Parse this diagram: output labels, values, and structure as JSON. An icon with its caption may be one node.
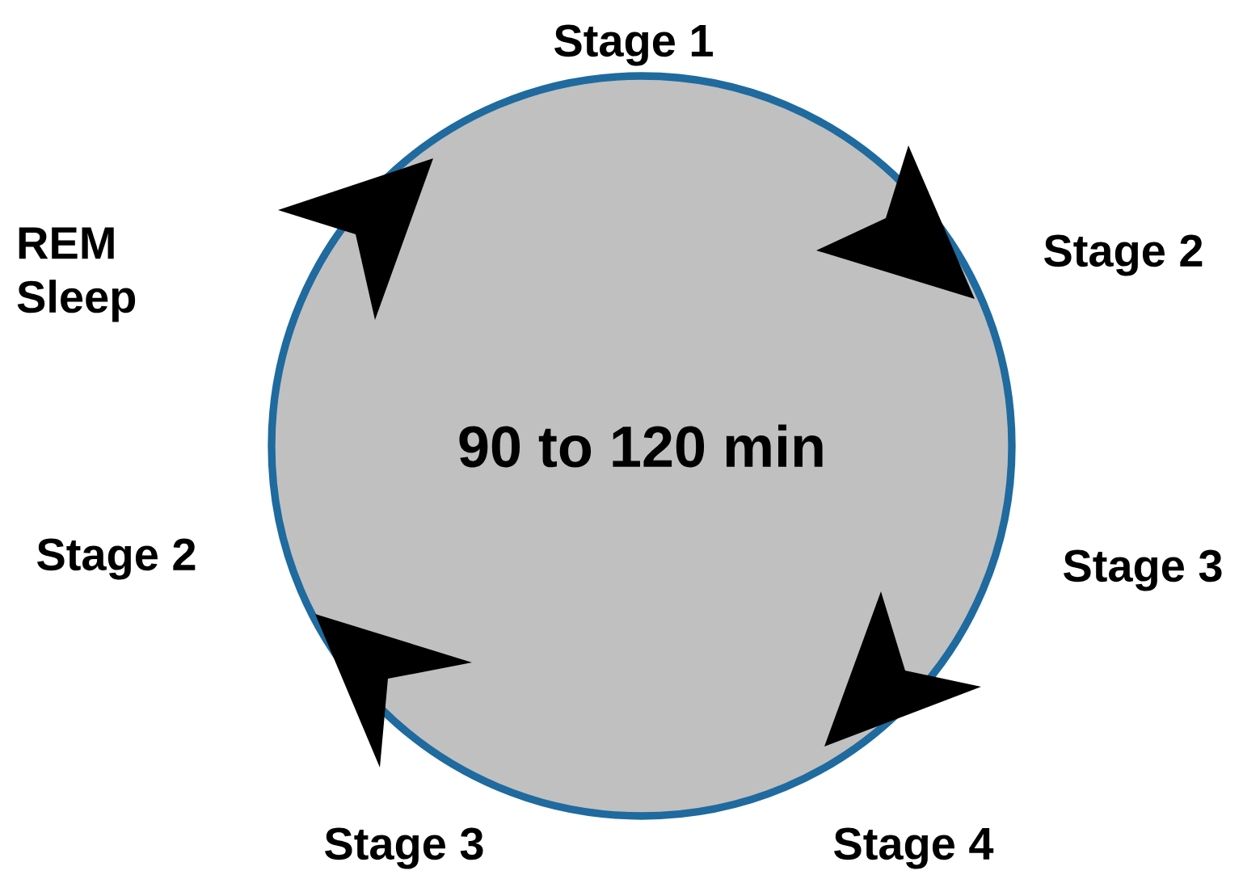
{
  "diagram": {
    "nodes": [
      {
        "text": [
          "90 to 120 min"
        ]
      }
    ],
    "labels": [
      "Stage 1",
      "REM Sleep",
      "Stage 2",
      "Stage 2",
      "Stage 3",
      "Stage 3",
      "Stage 4"
    ]
  }
}
